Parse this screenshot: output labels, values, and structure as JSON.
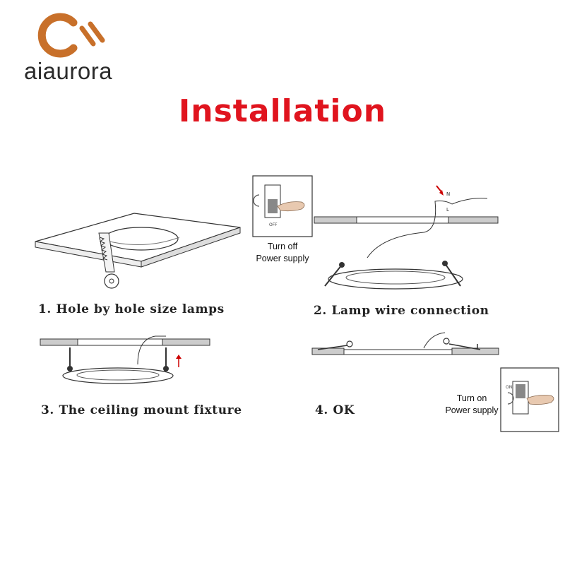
{
  "brand": {
    "name": "aiaurora",
    "logo_color": "#c8702a",
    "logo_text_color": "#2b2b2b"
  },
  "title": {
    "text": "Installation",
    "color": "#e0141e"
  },
  "steps": [
    {
      "label": "1. Hole by hole size lamps",
      "illustration": "saw-cutting-ceiling-icon"
    },
    {
      "label": "2. Lamp wire connection",
      "illustration": "lamp-wire-connection-icon"
    },
    {
      "label": "3. The ceiling mount fixture",
      "illustration": "ceiling-mount-fixture-icon"
    },
    {
      "label": "4. OK",
      "illustration": "installed-panel-icon"
    }
  ],
  "switches": {
    "off": {
      "line1": "Turn off",
      "line2": "Power supply",
      "caption": "OFF"
    },
    "on": {
      "line1": "Turn on",
      "line2": "Power supply",
      "caption": "ON"
    }
  },
  "wire_labels": {
    "n": "N",
    "l": "L"
  }
}
